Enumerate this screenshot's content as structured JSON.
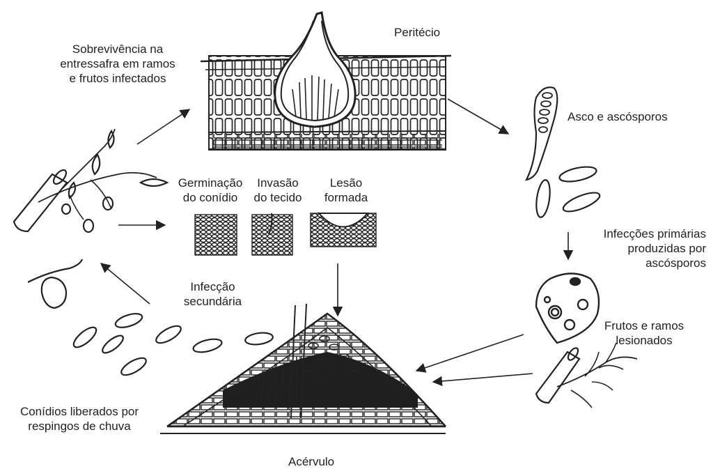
{
  "labels": {
    "peritecio": "Peritécio",
    "sobrevivencia": "Sobrevivência na\nentressafra em ramos\ne frutos infectados",
    "asco": "Asco e ascósporos",
    "germinacao": "Germinação\ndo conídio",
    "invasao": "Invasão\ndo tecido",
    "lesao": "Lesão\nformada",
    "infeccoes_primarias": "Infecções primárias\nproduzidas por\nascósporos",
    "infeccao_secundaria": "Infecção\nsecundária",
    "frutos_ramos": "Frutos e ramos\nlesionados",
    "conidios": "Conídios liberados por\nrespingos de chuva",
    "acervulo": "Acérvulo"
  },
  "colors": {
    "ink": "#222222",
    "background": "#ffffff"
  }
}
